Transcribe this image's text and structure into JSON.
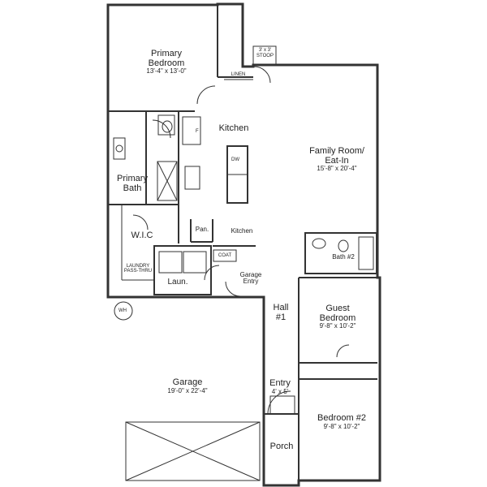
{
  "floorplan": {
    "rooms": {
      "primary_bedroom": {
        "name": "Primary\nBedroom",
        "dims": "13'-4\" x 13'-0\""
      },
      "primary_bath": {
        "name": "Primary\nBath"
      },
      "wic": {
        "name": "W.I.C"
      },
      "kitchen_top": {
        "name": "Kitchen"
      },
      "kitchen_mid": {
        "name": "Kitchen"
      },
      "family_room": {
        "name": "Family Room/\nEat-In",
        "dims": "15'-8\" x 20'-4\""
      },
      "bath2": {
        "name": "Bath #2"
      },
      "pantry": {
        "name": "Pan."
      },
      "laundry": {
        "name": "Laun."
      },
      "laundry_pass": {
        "name": "LAUNDRY\nPASS-THRU"
      },
      "coat": {
        "name": "COAT"
      },
      "garage_entry": {
        "name": "Garage\nEntry"
      },
      "hall": {
        "name": "Hall\n#1"
      },
      "guest_bedroom": {
        "name": "Guest\nBedroom",
        "dims": "9'-8\" x 10'-2\""
      },
      "garage": {
        "name": "Garage",
        "dims": "19'-0\" x 22'-4\""
      },
      "entry": {
        "name": "Entry",
        "dims": "4' x 5'"
      },
      "bedroom2": {
        "name": "Bedroom #2",
        "dims": "9'-8\" x 10'-2\""
      },
      "porch": {
        "name": "Porch"
      }
    },
    "fixtures": {
      "stoop": "3' x 3'\nSTOOP",
      "linen": "LINEN",
      "dishwasher": "DW",
      "fridge": "F",
      "water_heater": "WH"
    }
  }
}
